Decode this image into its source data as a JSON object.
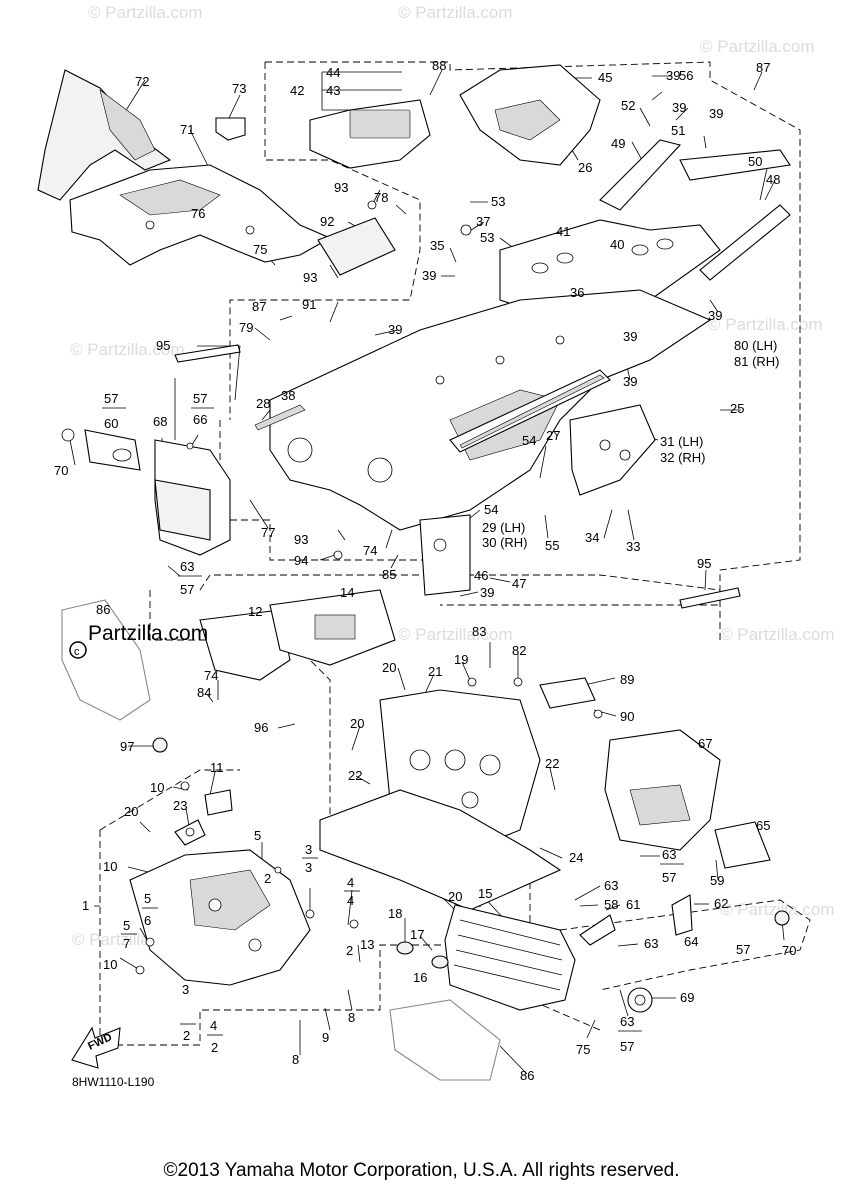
{
  "watermark": "© Partzilla.com",
  "watermark_overlay": "Partzilla.com",
  "diagram_code": "8HW1110-L190",
  "fwd_label": "FWD",
  "copyright": "©2013 Yamaha Motor Corporation, U.S.A. All rights reserved.",
  "callouts": [
    "1",
    "2",
    "3",
    "4",
    "5",
    "6",
    "7",
    "8",
    "9",
    "10",
    "11",
    "12",
    "13",
    "14",
    "15",
    "16",
    "17",
    "18",
    "19",
    "20",
    "21",
    "22",
    "23",
    "24",
    "25",
    "26",
    "27",
    "28",
    "29 (LH)",
    "30 (RH)",
    "31 (LH)",
    "32 (RH)",
    "33",
    "34",
    "35",
    "36",
    "37",
    "38",
    "39",
    "40",
    "41",
    "42",
    "43",
    "44",
    "45",
    "46",
    "47",
    "48",
    "49",
    "50",
    "51",
    "52",
    "53",
    "54",
    "55",
    "56",
    "57",
    "58",
    "59",
    "60",
    "61",
    "62",
    "63",
    "64",
    "65",
    "66",
    "67",
    "68",
    "69",
    "70",
    "71",
    "72",
    "73",
    "74",
    "75",
    "76",
    "77",
    "78",
    "79",
    "80 (LH)",
    "81 (RH)",
    "82",
    "83",
    "84",
    "85",
    "86",
    "87",
    "88",
    "89",
    "90",
    "91",
    "92",
    "93",
    "94",
    "95",
    "96",
    "97"
  ]
}
